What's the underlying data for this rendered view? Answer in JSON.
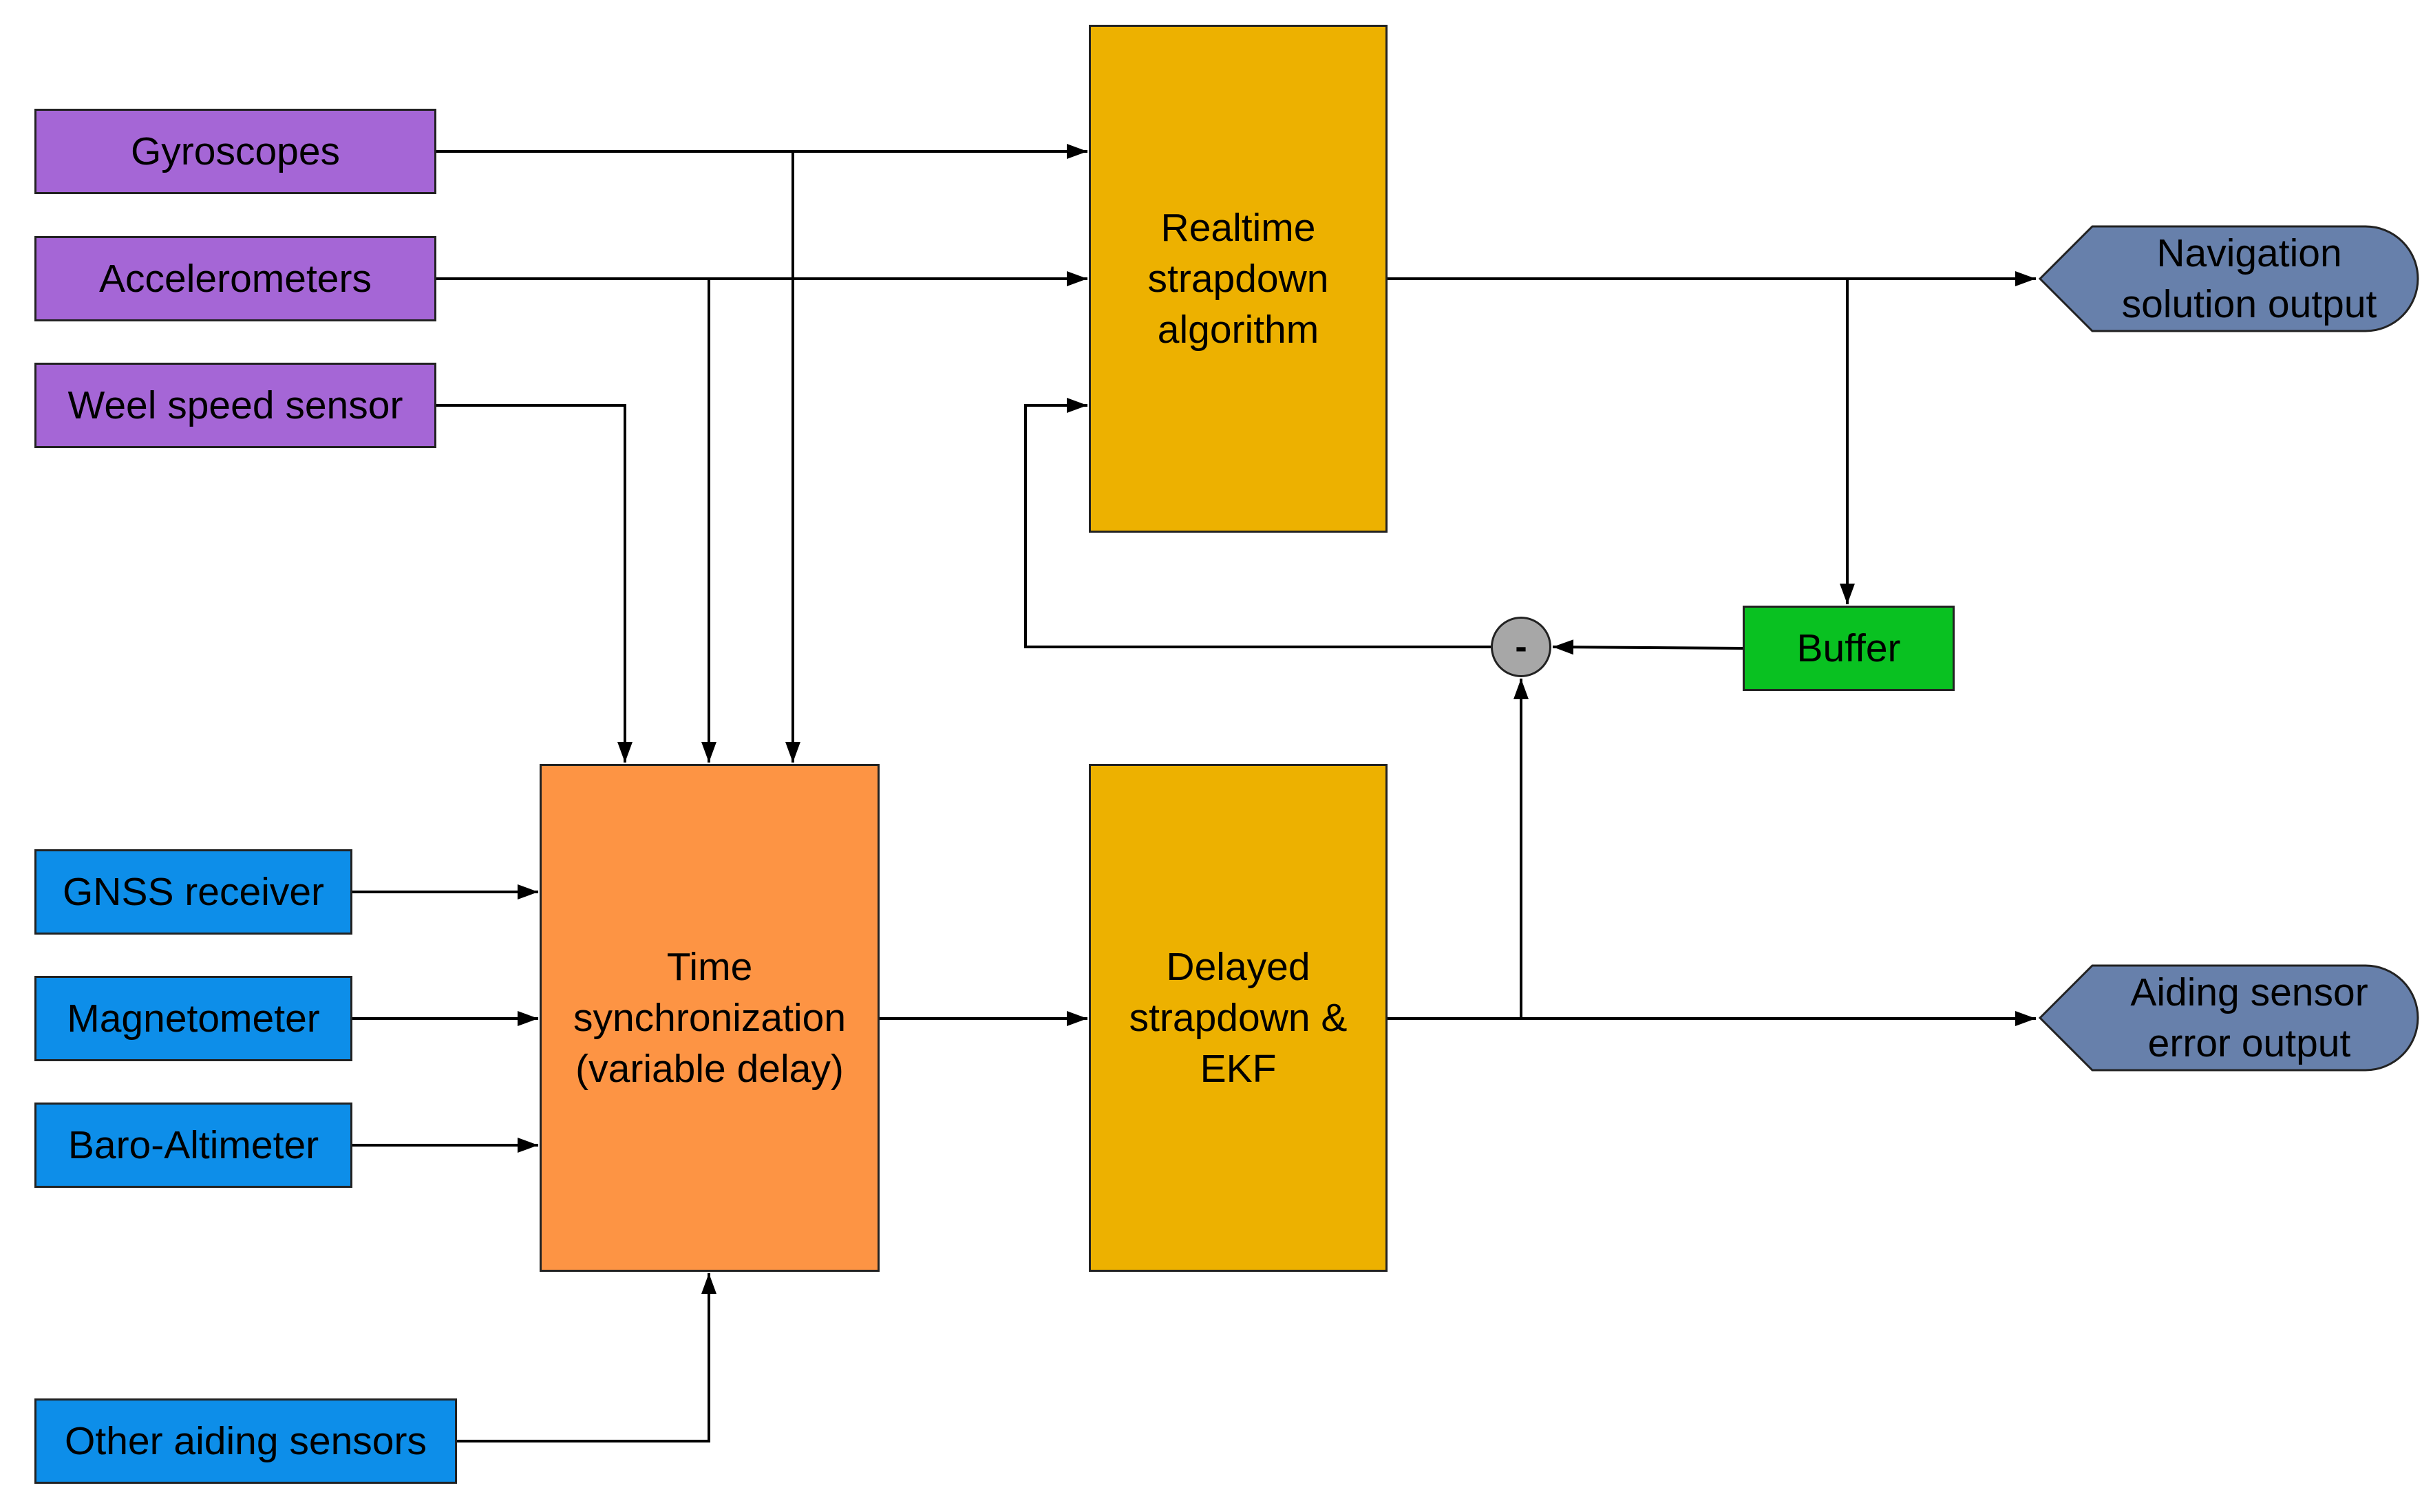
{
  "colors": {
    "imu_sensor": "#a566d6",
    "aiding_sensor": "#0d8ee9",
    "processing": "#edb100",
    "time_sync": "#fd9444",
    "buffer": "#09c121",
    "summing_junction": "#a7a7a7",
    "output": "#6780ab"
  },
  "nodes": {
    "gyroscopes": "Gyroscopes",
    "accelerometers": "Accelerometers",
    "wheel_speed": "Weel speed sensor",
    "gnss": "GNSS receiver",
    "magnetometer": "Magnetometer",
    "baro": "Baro-Altimeter",
    "other_aiding": "Other aiding sensors",
    "time_sync": "Time\nsynchronization\n(variable delay)",
    "realtime": "Realtime\nstrapdown\nalgorithm",
    "delayed": "Delayed\nstrapdown &\nEKF",
    "buffer": "Buffer",
    "summing": "-",
    "nav_output": "Navigation\nsolution output",
    "aiding_output": "Aiding sensor\nerror output"
  },
  "edges": [
    {
      "from": "gyroscopes",
      "to": "realtime"
    },
    {
      "from": "gyroscopes",
      "to": "time_sync"
    },
    {
      "from": "accelerometers",
      "to": "realtime"
    },
    {
      "from": "accelerometers",
      "to": "time_sync"
    },
    {
      "from": "wheel_speed",
      "to": "time_sync"
    },
    {
      "from": "gnss",
      "to": "time_sync"
    },
    {
      "from": "magnetometer",
      "to": "time_sync"
    },
    {
      "from": "baro",
      "to": "time_sync"
    },
    {
      "from": "other_aiding",
      "to": "time_sync"
    },
    {
      "from": "time_sync",
      "to": "delayed"
    },
    {
      "from": "realtime",
      "to": "nav_output"
    },
    {
      "from": "realtime",
      "to": "buffer"
    },
    {
      "from": "buffer",
      "to": "summing"
    },
    {
      "from": "summing",
      "to": "realtime"
    },
    {
      "from": "delayed",
      "to": "summing"
    },
    {
      "from": "delayed",
      "to": "aiding_output"
    }
  ]
}
